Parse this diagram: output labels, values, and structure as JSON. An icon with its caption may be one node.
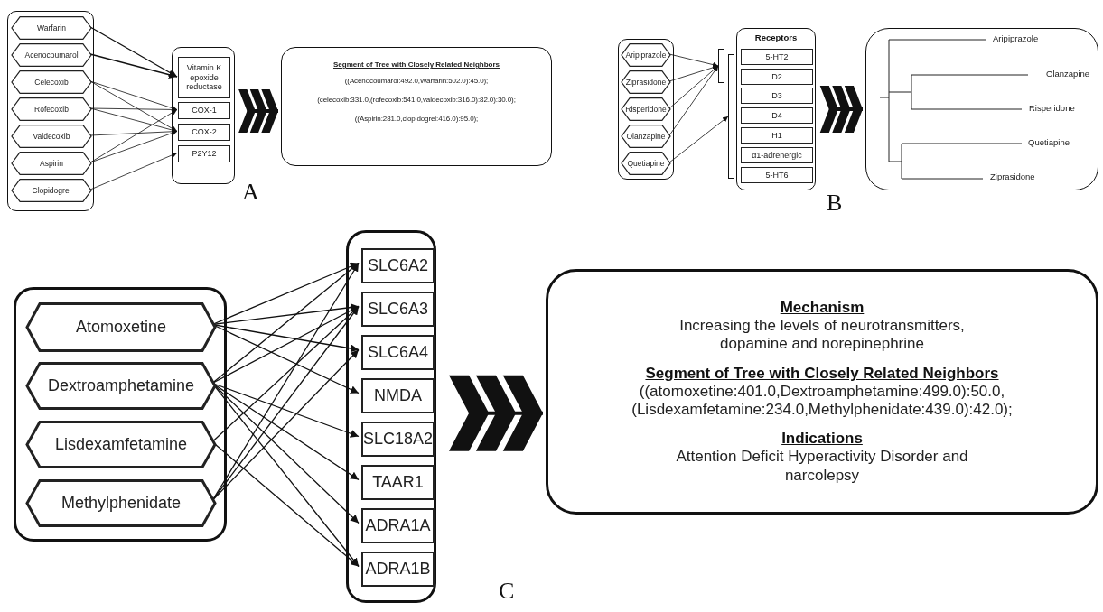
{
  "diagram": {
    "nodes": [
      {
        "text": [],
        "shape": "box"
      },
      {
        "text": [
          "Warfarin"
        ],
        "in": 0
      },
      {
        "text": [
          "Acenocoumarol"
        ],
        "in": 0
      },
      {
        "text": [
          "Celecoxib"
        ],
        "in": 0
      },
      {
        "text": [
          "Rofecoxib"
        ],
        "in": 0
      },
      {
        "text": [
          "Valdecoxib"
        ],
        "in": 0
      },
      {
        "text": [
          "Aspirin"
        ],
        "in": 0
      },
      {
        "text": [
          "Clopidogrel"
        ],
        "in": 0
      },
      {
        "text": [],
        "shape": "box"
      },
      {
        "text": [
          "Vitamin K epoxide reductase"
        ],
        "in": 8
      },
      {
        "text": [
          "COX-1"
        ],
        "in": 8
      },
      {
        "text": [
          "COX-2"
        ],
        "in": 8
      },
      {
        "text": [
          "P2Y12"
        ],
        "in": 8
      },
      {
        "text": [
          "Segment of Tree with Closely Related Neighbors",
          "((Acenocoumarol:492.0,Warfarin:502.0):45.0);",
          "(celecoxib:331.0,(rofecoxib:541.0,valdecoxib:316.0):82.0):30.0);",
          "((Aspirin:281.0,clopidogrel:416.0):95.0);"
        ]
      },
      {
        "text": [],
        "shape": "box"
      },
      {
        "text": [
          "Aripiprazole"
        ],
        "in": 14
      },
      {
        "text": [
          "Ziprasidone"
        ],
        "in": 14
      },
      {
        "text": [
          "Risperidone"
        ],
        "in": 14
      },
      {
        "text": [
          "Olanzapine"
        ],
        "in": 14
      },
      {
        "text": [
          "Quetiapine"
        ],
        "in": 14
      },
      {
        "text": [
          "Receptors"
        ]
      },
      {
        "text": [
          "5-HT2"
        ],
        "in": 20
      },
      {
        "text": [
          "D2"
        ],
        "in": 20
      },
      {
        "text": [
          "D3"
        ],
        "in": 20
      },
      {
        "text": [
          "D4"
        ],
        "in": 20
      },
      {
        "text": [
          "H1"
        ],
        "in": 20
      },
      {
        "text": [
          "α1-adrenergic"
        ],
        "in": 20
      },
      {
        "text": [
          "5-HT6"
        ],
        "in": 20
      },
      {
        "text": [],
        "shape": "bracket"
      },
      {
        "text": [],
        "shape": "bracket"
      },
      {
        "text": [
          "Aripiprazole",
          "Olanzapine",
          "Risperidone",
          "Quetiapine",
          "Ziprasidone"
        ]
      },
      {
        "text": [],
        "shape": "box"
      },
      {
        "text": [
          "Atomoxetine"
        ],
        "in": 31
      },
      {
        "text": [
          "Dextroamphetamine"
        ],
        "in": 31
      },
      {
        "text": [
          "Lisdexamfetamine"
        ],
        "in": 31
      },
      {
        "text": [
          "Methylphenidate"
        ],
        "in": 31
      },
      {
        "text": [],
        "shape": "box"
      },
      {
        "text": [
          "SLC6A2"
        ],
        "in": 36
      },
      {
        "text": [
          "SLC6A3"
        ],
        "in": 36
      },
      {
        "text": [
          "SLC6A4"
        ],
        "in": 36
      },
      {
        "text": [
          "NMDA"
        ],
        "in": 36
      },
      {
        "text": [
          "SLC18A2"
        ],
        "in": 36
      },
      {
        "text": [
          "TAAR1"
        ],
        "in": 36
      },
      {
        "text": [
          "ADRA1A"
        ],
        "in": 36
      },
      {
        "text": [
          "ADRA1B"
        ],
        "in": 36
      },
      {
        "text": [
          "Mechanism",
          "Increasing the levels of neurotransmitters, dopamine and norepinephrine",
          "Segment of Tree with Closely Related Neighbors",
          "((atomoxetine:401.0,Dextroamphetamine:499.0):50.0, (Lisdexamfetamine:234.0,Methylphenidate:439.0):42.0);",
          "Indications",
          "Attention Deficit Hyperactivity Disorder and narcolepsy"
        ]
      }
    ],
    "edges": [
      {
        "from": 1,
        "to": 9,
        "arrow": "to"
      },
      {
        "from": 2,
        "to": 9,
        "arrow": "to"
      },
      {
        "from": 3,
        "to": 10,
        "arrow": "to"
      },
      {
        "from": 3,
        "to": 11,
        "arrow": "to"
      },
      {
        "from": 4,
        "to": 10,
        "arrow": "to"
      },
      {
        "from": 4,
        "to": 11,
        "arrow": "to"
      },
      {
        "from": 5,
        "to": 11,
        "arrow": "to"
      },
      {
        "from": 6,
        "to": 10,
        "arrow": "to"
      },
      {
        "from": 6,
        "to": 11,
        "arrow": "to"
      },
      {
        "from": 7,
        "to": 12,
        "arrow": "to"
      },
      {
        "from": 8,
        "to": 13,
        "arrow": "to",
        "style": "thick"
      },
      {
        "from": 15,
        "to": 28,
        "arrow": "to"
      },
      {
        "from": 16,
        "to": 28,
        "arrow": "to"
      },
      {
        "from": 17,
        "to": 28,
        "arrow": "to"
      },
      {
        "from": 18,
        "to": 28,
        "arrow": "to"
      },
      {
        "from": 19,
        "to": 29,
        "arrow": "to"
      },
      {
        "from": 20,
        "to": 30,
        "arrow": "to",
        "style": "thick"
      },
      {
        "from": 32,
        "to": 37,
        "arrow": "to"
      },
      {
        "from": 32,
        "to": 38,
        "arrow": "to"
      },
      {
        "from": 32,
        "to": 39,
        "arrow": "to"
      },
      {
        "from": 32,
        "to": 40,
        "arrow": "to"
      },
      {
        "from": 33,
        "to": 37,
        "arrow": "to"
      },
      {
        "from": 33,
        "to": 38,
        "arrow": "to"
      },
      {
        "from": 33,
        "to": 41,
        "arrow": "to"
      },
      {
        "from": 33,
        "to": 42,
        "arrow": "to"
      },
      {
        "from": 33,
        "to": 43,
        "arrow": "to"
      },
      {
        "from": 33,
        "to": 44,
        "arrow": "to"
      },
      {
        "from": 34,
        "to": 38,
        "arrow": "to"
      },
      {
        "from": 34,
        "to": 44,
        "arrow": "to"
      },
      {
        "from": 35,
        "to": 37,
        "arrow": "to"
      },
      {
        "from": 35,
        "to": 38,
        "arrow": "to"
      },
      {
        "from": 35,
        "to": 39,
        "arrow": "to"
      },
      {
        "from": 36,
        "to": 45,
        "arrow": "to",
        "style": "thick"
      }
    ],
    "labels": [
      "A",
      "B",
      "C"
    ]
  }
}
